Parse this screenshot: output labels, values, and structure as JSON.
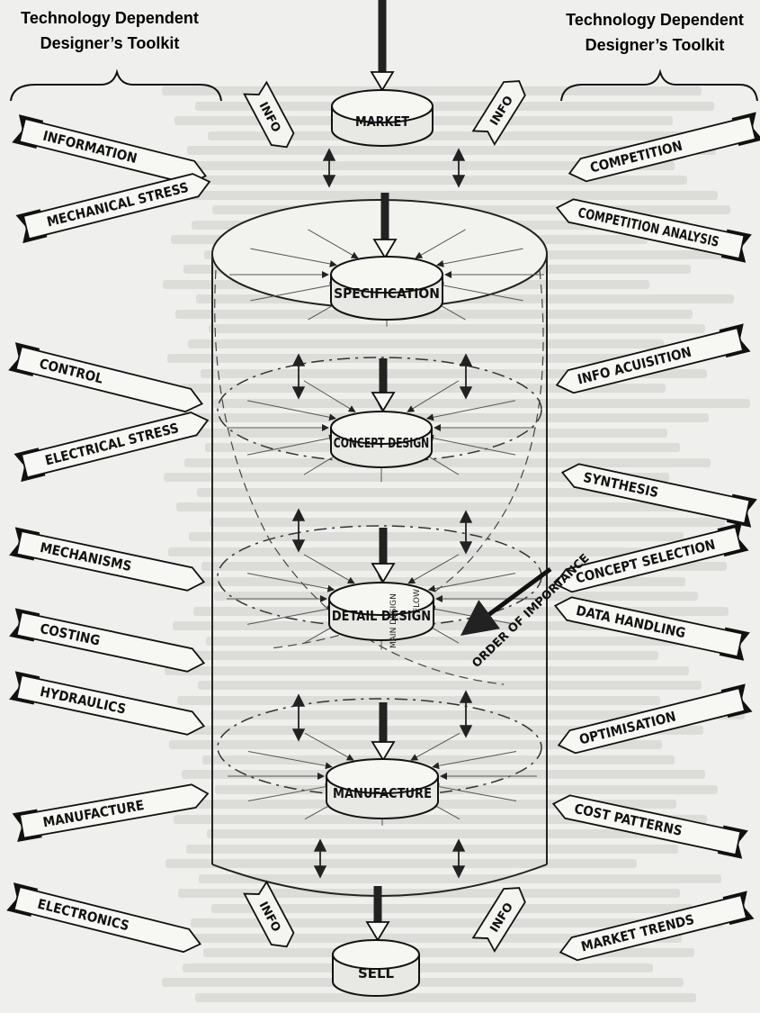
{
  "header": {
    "left": {
      "line1": "Technology Dependent",
      "line2": "Designer’s Toolkit"
    },
    "right": {
      "line1": "Technology Dependent",
      "line2": "Designer’s Toolkit"
    }
  },
  "core_stages": [
    "MARKET",
    "SPECIFICATION",
    "CONCEPT DESIGN",
    "DETAIL DESIGN",
    "MANUFACTURE",
    "SELL"
  ],
  "left_tools": [
    "INFORMATION",
    "MECHANICAL STRESS",
    "CONTROL",
    "ELECTRICAL STRESS",
    "MECHANISMS",
    "COSTING",
    "HYDRAULICS",
    "MANUFACTURE",
    "ELECTRONICS"
  ],
  "right_tools": [
    "COMPETITION",
    "COMPETITION ANALYSIS",
    "INFO ACUISITION",
    "SYNTHESIS",
    "CONCEPT SELECTION",
    "DATA HANDLING",
    "OPTIMISATION",
    "COST PATTERNS",
    "MARKET TRENDS"
  ],
  "info_labels": {
    "top_left": "INFO",
    "top_right": "INFO",
    "bottom_left": "INFO",
    "bottom_right": "INFO"
  },
  "flow_labels": {
    "main_design": "MAIN DESIGN",
    "flow": "FLOW",
    "order": "ORDER OF IMPORTANCE"
  }
}
